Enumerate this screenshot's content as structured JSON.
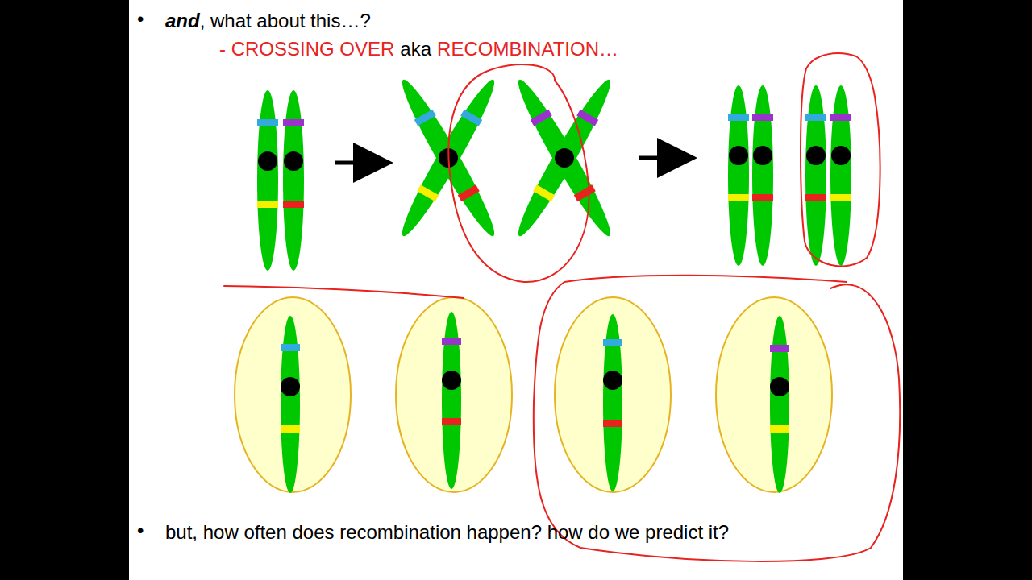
{
  "diagram": {
    "labels": [
      "•",
      "and",
      ", what about this…?",
      "- CROSSING OVER",
      "aka",
      "RECOMBINATION…",
      "•",
      "but, how often does recombination happen?  how do we predict it?"
    ]
  }
}
